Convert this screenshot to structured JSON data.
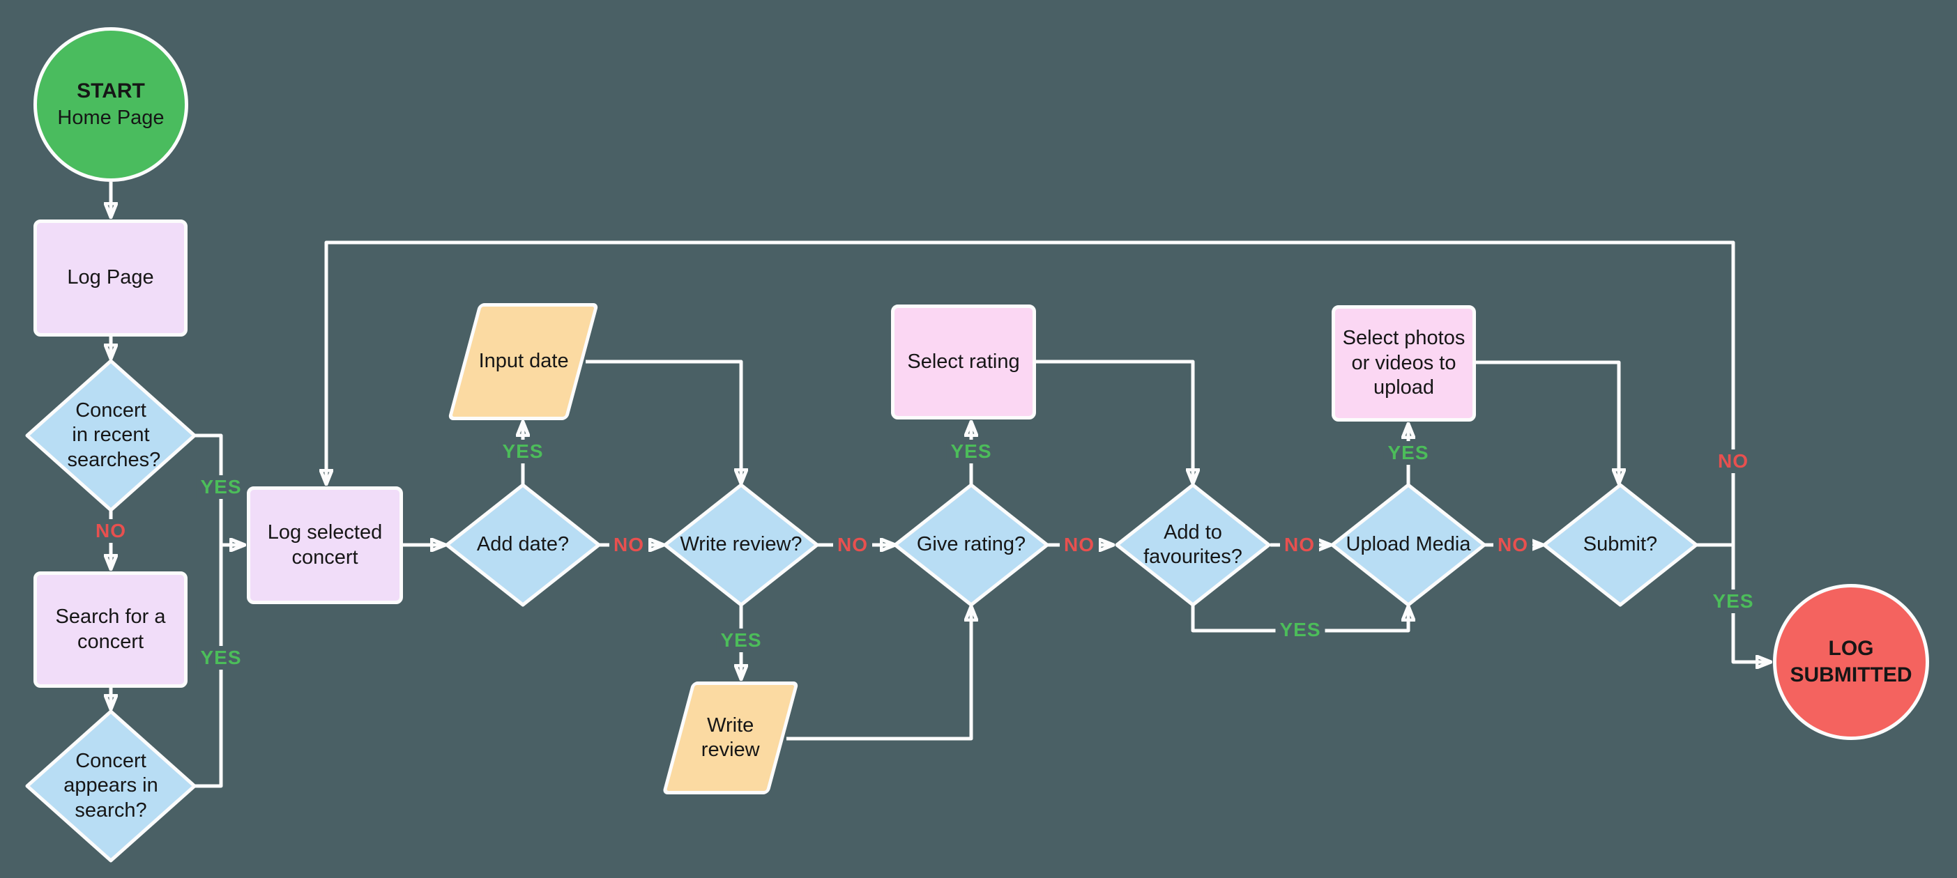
{
  "diagram_type": "flowchart",
  "labels": {
    "yes": "YES",
    "no": "NO"
  },
  "colors": {
    "background": "#4a6065",
    "connector": "#fcfcfc",
    "decision_fill": "#b8ddf4",
    "process_fill_lavender": "#f1ddf9",
    "process_fill_pink": "#fbd7f3",
    "io_fill_orange": "#fbdaa2",
    "start_fill": "#4abc5e",
    "end_fill": "#f4635f",
    "yes_text": "#4cbd5a",
    "no_text": "#e8504f"
  },
  "nodes": {
    "start": {
      "label": "START",
      "sublabel": "Home Page"
    },
    "log_page": {
      "label": "Log Page"
    },
    "concert_recent": {
      "label": "Concert in recent searches?"
    },
    "search_concert": {
      "label": "Search for a concert"
    },
    "concert_appears": {
      "label": "Concert appears in search?"
    },
    "log_selected": {
      "label": "Log selected concert"
    },
    "add_date": {
      "label": "Add date?"
    },
    "input_date": {
      "label": "Input date"
    },
    "write_review_q": {
      "label": "Write review?"
    },
    "write_review": {
      "label": "Write review"
    },
    "give_rating": {
      "label": "Give rating?"
    },
    "select_rating": {
      "label": "Select rating"
    },
    "add_favourites": {
      "label": "Add to favourites?"
    },
    "upload_media": {
      "label": "Upload Media"
    },
    "select_photos": {
      "label": "Select photos or videos to upload"
    },
    "submit": {
      "label": "Submit?"
    },
    "log_submitted": {
      "label": "LOG SUBMITTED"
    }
  }
}
